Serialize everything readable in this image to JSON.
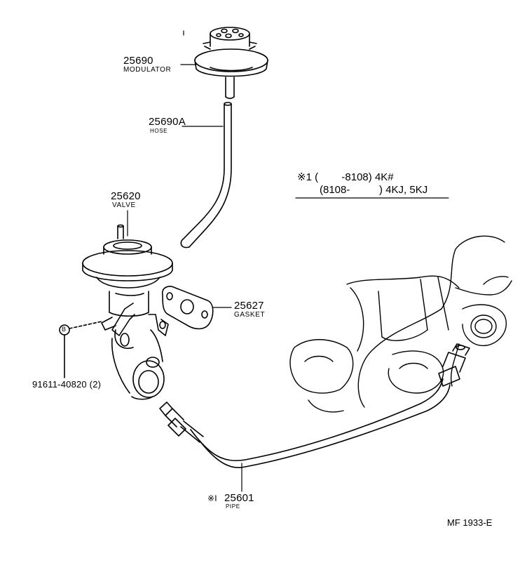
{
  "parts": [
    {
      "number": "25690",
      "name": "MODULATOR"
    },
    {
      "number": "25690A",
      "name": "HOSE"
    },
    {
      "number": "25620",
      "name": "VALVE"
    },
    {
      "number": "25627",
      "name": "GASKET"
    },
    {
      "number": "91611-40820 (2)",
      "name": ""
    },
    {
      "number": "25601",
      "name": "PIPE",
      "marker": "※I"
    }
  ],
  "bolt_callout": "B",
  "note": {
    "line1": "※1 (        -8108) 4K#",
    "line2": "(8108-          ) 4KJ, 5KJ"
  },
  "figure_code": "MF 1933-E"
}
